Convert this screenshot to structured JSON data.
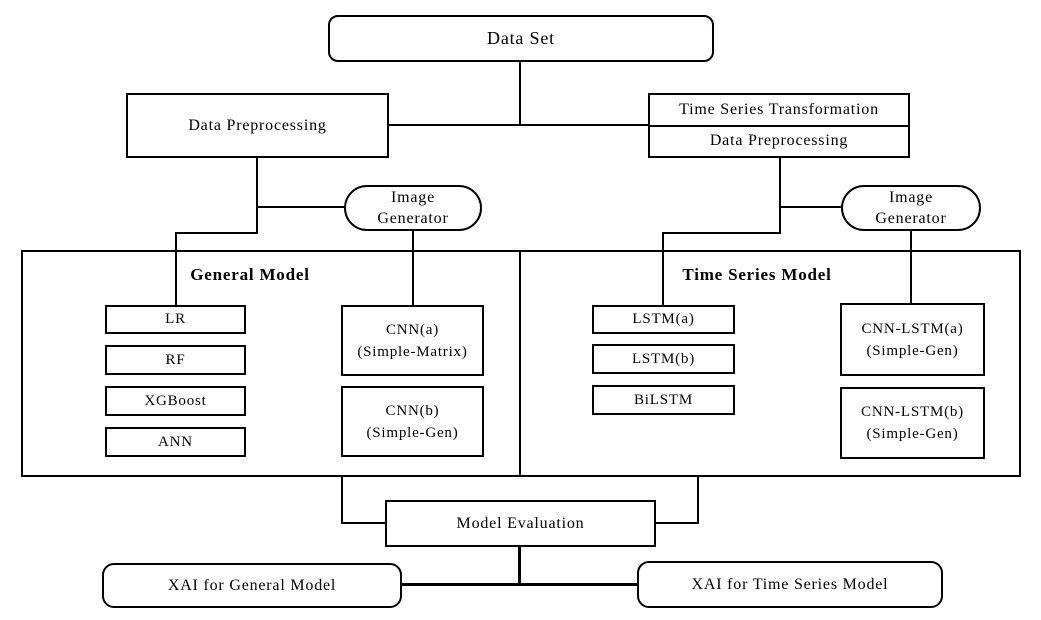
{
  "colors": {
    "line": "#000000",
    "background": "#ffffff",
    "text": "#000000"
  },
  "nodes": {
    "dataset": "Data Set",
    "left_preprocessing": "Data Preprocessing",
    "ts_transformation": "Time Series Transformation",
    "right_preprocessing": "Data Preprocessing",
    "image_generator": {
      "line1": "Image",
      "line2": "Generator"
    },
    "model_evaluation": "Model Evaluation",
    "xai_general": "XAI for General Model",
    "xai_time_series": "XAI for Time Series Model"
  },
  "general_model": {
    "heading": "General Model",
    "models": [
      "LR",
      "RF",
      "XGBoost",
      "ANN"
    ],
    "cnn": [
      {
        "name": "CNN(a)",
        "variant": "(Simple-Matrix)"
      },
      {
        "name": "CNN(b)",
        "variant": "(Simple-Gen)"
      }
    ]
  },
  "time_series_model": {
    "heading": "Time Series Model",
    "models": [
      "LSTM(a)",
      "LSTM(b)",
      "BiLSTM"
    ],
    "cnn": [
      {
        "name": "CNN-LSTM(a)",
        "variant": "(Simple-Gen)"
      },
      {
        "name": "CNN-LSTM(b)",
        "variant": "(Simple-Gen)"
      }
    ]
  }
}
